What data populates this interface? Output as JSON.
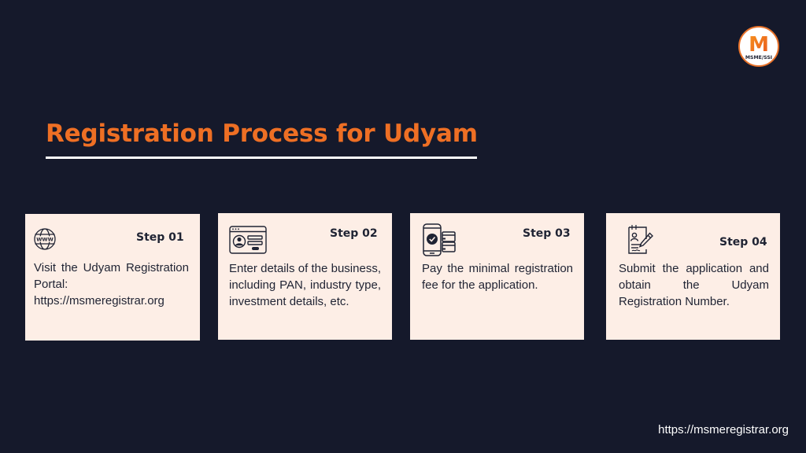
{
  "logo": {
    "letter": "M",
    "text": "MSME/SSI",
    "icon": "msme-logo"
  },
  "title": "Registration Process for Udyam",
  "steps": [
    {
      "label": "Step 01",
      "description": "Visit the Udyam Registration Portal: https://msmeregistrar.org",
      "icon": "www-globe-icon"
    },
    {
      "label": "Step 02",
      "description": "Enter details of the business, including PAN, industry type, investment details, etc.",
      "icon": "browser-profile-form-icon"
    },
    {
      "label": "Step 03",
      "description": "Pay the minimal registration fee for the application.",
      "icon": "mobile-payment-icon"
    },
    {
      "label": "Step 04",
      "description": "Submit the application and obtain the Udyam Registration Number.",
      "icon": "signed-document-icon"
    }
  ],
  "footer_url": "https://msmeregistrar.org",
  "colors": {
    "background": "#15192b",
    "accent": "#ee6f24",
    "card": "#fdeee6",
    "text_dark": "#1f2333",
    "text_light": "#ffffff"
  }
}
